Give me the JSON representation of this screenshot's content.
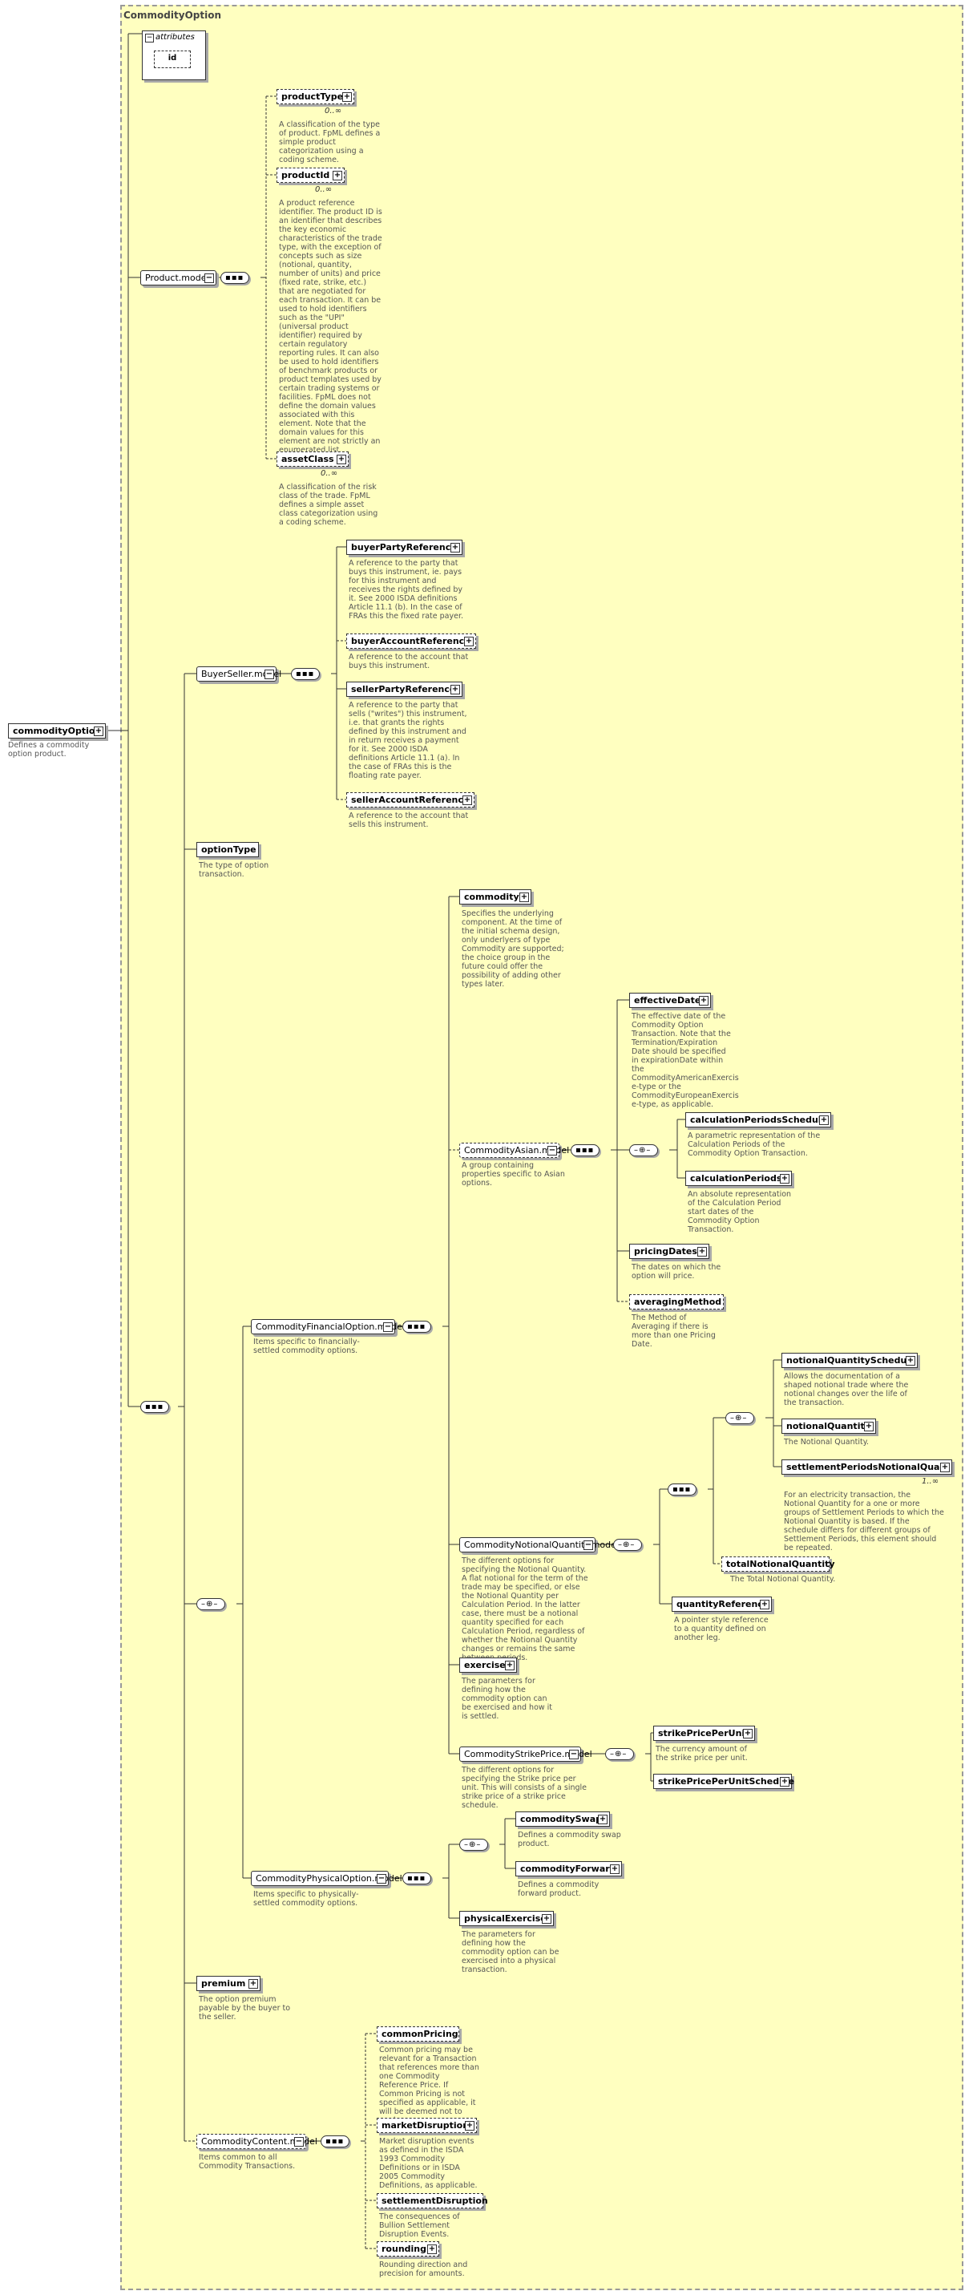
{
  "frame": {
    "title": "CommodityOption"
  },
  "root": {
    "name": "commodityOption",
    "doc": "Defines a commodity option product."
  },
  "attributes": {
    "title": "attributes",
    "id": "id"
  },
  "product_model": {
    "name": "Product.model",
    "productType": {
      "name": "productType",
      "card": "0..∞",
      "doc": "A classification of the type of product. FpML defines a simple product categorization using a coding scheme."
    },
    "productId": {
      "name": "productId",
      "card": "0..∞",
      "doc": "A product reference identifier. The product ID is an identifier that describes the key economic characteristics of the trade type, with the exception of concepts such as size (notional, quantity, number of units) and price (fixed rate, strike, etc.) that are negotiated for each transaction. It can be used to hold identifiers such as the \"UPI\" (universal product identifier) required by certain regulatory reporting rules. It can also be used to hold identifiers of benchmark products or product templates used by certain trading systems or facilities. FpML does not define the domain values associated with this element. Note that the domain values for this element are not strictly an enumerated list."
    },
    "assetClass": {
      "name": "assetClass",
      "card": "0..∞",
      "doc": "A classification of the risk class of the trade. FpML defines a simple asset class categorization using a coding scheme."
    }
  },
  "buyer_seller": {
    "name": "BuyerSeller.model",
    "buyerPartyReference": {
      "name": "buyerPartyReference",
      "doc": "A reference to the party that buys this instrument, ie. pays for this instrument and receives the rights defined by it. See 2000 ISDA definitions Article 11.1 (b). In the case of FRAs this the fixed rate payer."
    },
    "buyerAccountReference": {
      "name": "buyerAccountReference",
      "doc": "A reference to the account that buys this instrument."
    },
    "sellerPartyReference": {
      "name": "sellerPartyReference",
      "doc": "A reference to the party that sells (\"writes\") this instrument, i.e. that grants the rights defined by this instrument and in return receives a payment for it. See 2000 ISDA definitions Article 11.1 (a). In the case of FRAs this is the floating rate payer."
    },
    "sellerAccountReference": {
      "name": "sellerAccountReference",
      "doc": "A reference to the account that sells this instrument."
    }
  },
  "optionType": {
    "name": "optionType",
    "doc": "The type of option transaction."
  },
  "financial": {
    "name": "CommodityFinancialOption.model",
    "doc": "Items specific to financially-settled commodity options.",
    "commodity": {
      "name": "commodity",
      "doc": "Specifies the underlying component. At the time of the initial schema design, only underlyers of type Commodity are supported; the choice group in the future could offer the possibility of adding other types later."
    },
    "asian": {
      "name": "CommodityAsian.model",
      "doc": "A group containing properties specific to Asian options.",
      "effectiveDate": {
        "name": "effectiveDate",
        "doc": "The effective date of the Commodity Option Transaction. Note that the Termination/Expiration Date should be specified in expirationDate within the CommodityAmericanExercis e-type or the CommodityEuropeanExercis e-type, as applicable."
      },
      "calculationPeriodsSchedule": {
        "name": "calculationPeriodsSchedule",
        "doc": "A parametric representation of the Calculation Periods of the Commodity Option Transaction."
      },
      "calculationPeriods": {
        "name": "calculationPeriods",
        "doc": "An absolute representation of the Calculation Period start dates of the Commodity Option Transaction."
      },
      "pricingDates": {
        "name": "pricingDates",
        "doc": "The dates on which the option will price."
      },
      "averagingMethod": {
        "name": "averagingMethod",
        "doc": "The Method of Averaging if there is more than one Pricing Date."
      }
    },
    "notional": {
      "name": "CommodityNotionalQuantity.model",
      "doc": "The different options for specifying the Notional Quantity. A flat notional for the term of the trade may be specified, or else the Notional Quantity per Calculation Period. In the latter case, there must be a notional quantity specified for each Calculation Period, regardless of whether the Notional Quantity changes or remains the same between periods.",
      "notionalQuantitySchedule": {
        "name": "notionalQuantitySchedule",
        "doc": "Allows the documentation of a shaped notional trade where the notional changes over the life of the transaction."
      },
      "notionalQuantity": {
        "name": "notionalQuantity",
        "doc": "The Notional Quantity."
      },
      "settlementPeriodsNotionalQuantity": {
        "name": "settlementPeriodsNotionalQua...",
        "card": "1..∞",
        "doc": "For an electricity transaction, the Notional Quantity for a one or more groups of Settlement Periods to which the Notional Quantity is based. If the schedule differs for different groups of Settlement Periods, this element should be repeated."
      },
      "totalNotionalQuantity": {
        "name": "totalNotionalQuantity",
        "doc": "The Total Notional Quantity."
      },
      "quantityReference": {
        "name": "quantityReference",
        "doc": "A pointer style reference to a quantity defined on another leg."
      }
    },
    "exercise": {
      "name": "exercise",
      "doc": "The parameters for defining how the commodity option can be exercised and how it is settled."
    },
    "strike": {
      "name": "CommodityStrikePrice.model",
      "doc": "The different options for specifying the Strike price per unit. This will consists of a single strike price of a strike price schedule.",
      "strikePricePerUnit": {
        "name": "strikePricePerUnit",
        "doc": "The currency amount of the strike price per unit."
      },
      "strikePricePerUnitSchedule": {
        "name": "strikePricePerUnitSchedule"
      }
    }
  },
  "physical": {
    "name": "CommodityPhysicalOption.model",
    "doc": "Items specific to physically-settled commodity options.",
    "commoditySwap": {
      "name": "commoditySwap",
      "doc": "Defines a commodity swap product."
    },
    "commodityForward": {
      "name": "commodityForward",
      "doc": "Defines a commodity forward product."
    },
    "physicalExercise": {
      "name": "physicalExercise",
      "doc": "The parameters for defining how the commodity option can be exercised into a physical transaction."
    }
  },
  "premium": {
    "name": "premium",
    "doc": "The option premium payable by the buyer to the seller."
  },
  "content": {
    "name": "CommodityContent.model",
    "doc": "Items common to all Commodity Transactions.",
    "commonPricing": {
      "name": "commonPricing",
      "doc": "Common pricing may be relevant for a Transaction that references more than one Commodity Reference Price. If Common Pricing is not specified as applicable, it will be deemed not to apply."
    },
    "marketDisruption": {
      "name": "marketDisruption",
      "doc": "Market disruption events as defined in the ISDA 1993 Commodity Definitions or in ISDA 2005 Commodity Definitions, as applicable."
    },
    "settlementDisruption": {
      "name": "settlementDisruption",
      "doc": "The consequences of Bullion Settlement Disruption Events."
    },
    "rounding": {
      "name": "rounding",
      "doc": "Rounding direction and precision for amounts."
    }
  }
}
